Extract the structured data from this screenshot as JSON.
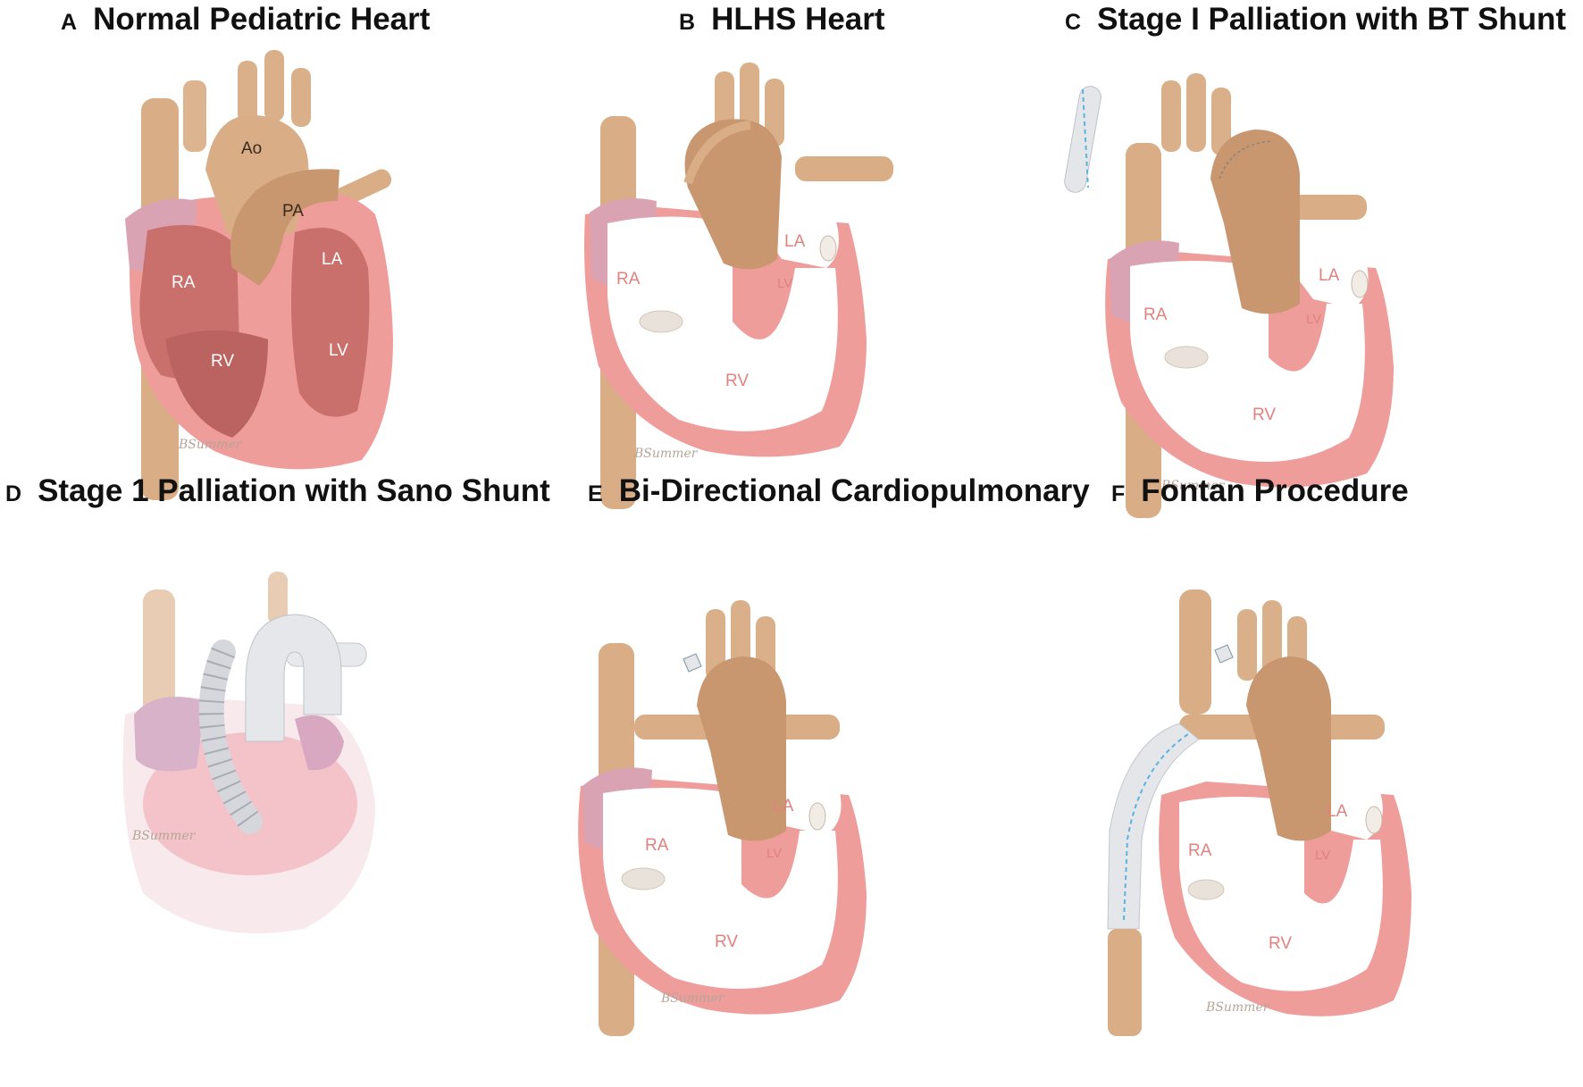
{
  "panels": [
    {
      "letter": "A",
      "title": "Normal Pediatric Heart",
      "labels": {
        "ao": "Ao",
        "pa": "PA",
        "ra": "RA",
        "la": "LA",
        "rv": "RV",
        "lv": "LV"
      }
    },
    {
      "letter": "B",
      "title": "HLHS Heart",
      "labels": {
        "ra": "RA",
        "la": "LA",
        "rv": "RV",
        "lv": "LV"
      }
    },
    {
      "letter": "C",
      "title": "Stage I Palliation with BT Shunt",
      "labels": {
        "ra": "RA",
        "la": "LA",
        "rv": "RV",
        "lv": "LV"
      }
    },
    {
      "letter": "D",
      "title": "Stage 1 Palliation with Sano Shunt",
      "labels": {}
    },
    {
      "letter": "E",
      "title": "Bi-Directional Cardiopulmonary",
      "labels": {
        "ra": "RA",
        "la": "LA",
        "rv": "RV",
        "lv": "LV"
      }
    },
    {
      "letter": "F",
      "title": "Fontan Procedure",
      "labels": {
        "ra": "RA",
        "la": "LA",
        "rv": "RV",
        "lv": "LV"
      }
    }
  ],
  "signature": "BSummer",
  "colors": {
    "vessel": "#d9ad86",
    "vessel_dark": "#b98a62",
    "muscle": "#ef9d9b",
    "chamber_open": "#ffffff",
    "chamber_normal": "#c96f6c",
    "atrium_tissue": "#d9a3b3",
    "graft": "#e4e6ea",
    "shunt_dash": "#5ab4dc"
  }
}
